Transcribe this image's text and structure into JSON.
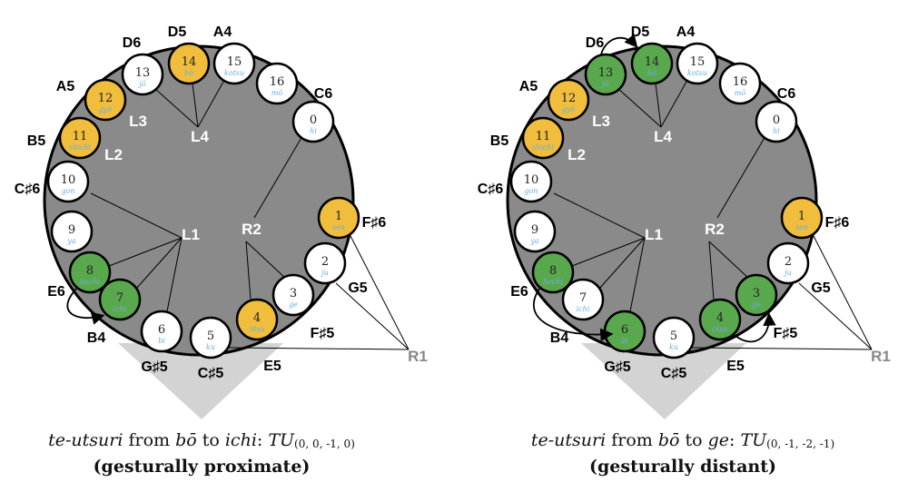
{
  "colors": {
    "orange": "#f0bd3c",
    "green": "#5aa84e",
    "white": "#ffffff",
    "disk": "#8a8a8a",
    "triangle": "#d3d3d3",
    "syllable": "#6aaee0"
  },
  "holes": [
    {
      "n": "0",
      "syl": "hi"
    },
    {
      "n": "1",
      "syl": "sen"
    },
    {
      "n": "2",
      "syl": "ju"
    },
    {
      "n": "3",
      "syl": "ge"
    },
    {
      "n": "4",
      "syl": "otsu"
    },
    {
      "n": "5",
      "syl": "ku"
    },
    {
      "n": "6",
      "syl": "bi"
    },
    {
      "n": "7",
      "syl": "ichi"
    },
    {
      "n": "8",
      "syl": "hachi"
    },
    {
      "n": "9",
      "syl": "ya"
    },
    {
      "n": "10",
      "syl": "gon"
    },
    {
      "n": "11",
      "syl": "shichi"
    },
    {
      "n": "12",
      "syl": "gyō"
    },
    {
      "n": "13",
      "syl": "jō"
    },
    {
      "n": "14",
      "syl": "bō"
    },
    {
      "n": "15",
      "syl": "kotsu"
    },
    {
      "n": "16",
      "syl": "mō"
    }
  ],
  "pitches": [
    "D6",
    "D5",
    "A4",
    "A5",
    "C6",
    "B5",
    "C♯6",
    "F♯6",
    "G5",
    "E6",
    "B4",
    "F♯5",
    "G♯5",
    "C♯5",
    "E5"
  ],
  "groups": [
    "L1",
    "L2",
    "L3",
    "L4",
    "R1",
    "R2"
  ],
  "diagrams": [
    {
      "fills": [
        "white",
        "orange",
        "white",
        "white",
        "orange",
        "white",
        "white",
        "green",
        "green",
        "white",
        "white",
        "orange",
        "orange",
        "white",
        "orange",
        "white",
        "white"
      ],
      "caption": {
        "term": "te-utsuri",
        "from_word": " from ",
        "from": "bō",
        "to_word": " to ",
        "to": "ichi",
        "colon": ": ",
        "tu": "TU",
        "sub": "(0, 0, -1, 0)",
        "note": "(gesturally proximate)"
      }
    },
    {
      "fills": [
        "white",
        "orange",
        "white",
        "green",
        "green",
        "white",
        "green",
        "white",
        "green",
        "white",
        "white",
        "orange",
        "orange",
        "green",
        "green",
        "white",
        "white"
      ],
      "caption": {
        "term": "te-utsuri",
        "from_word": " from ",
        "from": "bō",
        "to_word": " to ",
        "to": "ge",
        "colon": ": ",
        "tu": "TU",
        "sub": "(0, -1, -2, -1)",
        "note": "(gesturally distant)"
      }
    }
  ]
}
